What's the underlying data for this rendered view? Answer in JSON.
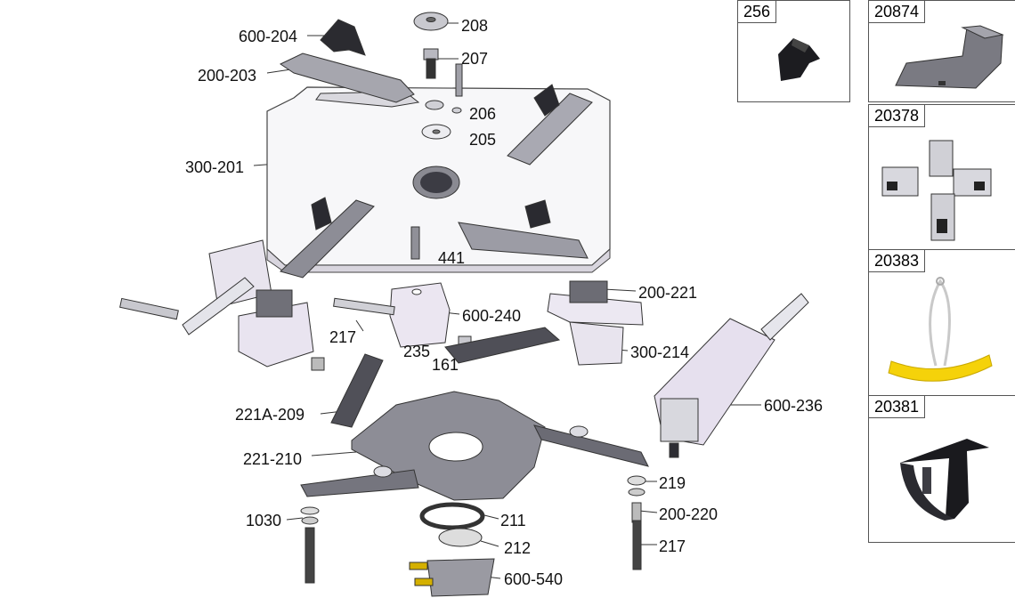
{
  "callouts": {
    "c600_204": "600-204",
    "c208": "208",
    "c207": "207",
    "c200_203": "200-203",
    "c206": "206",
    "c205": "205",
    "c300_201": "300-201",
    "c441": "441",
    "c200_221": "200-221",
    "c600_240": "600-240",
    "c217a": "217",
    "c235": "235",
    "c161": "161",
    "c300_214": "300-214",
    "c221a_209": "221A-209",
    "c600_236": "600-236",
    "c221_210": "221-210",
    "c219": "219",
    "c1030": "1030",
    "c211": "211",
    "c200_220": "200-220",
    "c212": "212",
    "c217b": "217",
    "c600_540": "600-540"
  },
  "accessories": [
    {
      "label": "256"
    },
    {
      "label": "20874"
    },
    {
      "label": "20378"
    },
    {
      "label": "20383"
    },
    {
      "label": "20381"
    }
  ],
  "colors": {
    "metal": "#9a9aa2",
    "metal_dark": "#4a4a52",
    "panel": "#f4f3f6",
    "lilac": "#e6dff0",
    "yellow": "#f5d20a",
    "black": "#1a1a1a"
  }
}
